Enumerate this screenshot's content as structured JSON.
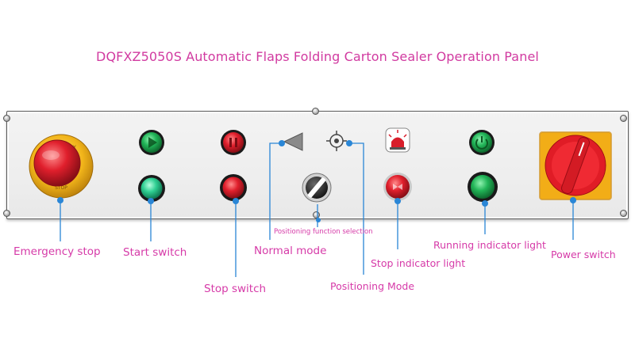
{
  "title": "DQFXZ5050S  Automatic Flaps Folding Carton Sealer Operation Panel",
  "labels": {
    "emergency_stop": "Emergency stop",
    "start_switch": "Start switch",
    "stop_switch": "Stop switch",
    "normal_mode": "Normal mode",
    "positioning_function_selection": "Positioning function selection",
    "positioning_mode": "Positioning Mode",
    "stop_indicator_light": "Stop indicator light",
    "running_indicator_light": "Running indicator light",
    "power_switch": "Power switch"
  },
  "colors": {
    "label": "#d63aa8",
    "title": "#d13aa0",
    "leader": "#2a86d6",
    "green": "#1d9b44",
    "red": "#d81e2b",
    "yellow": "#f2b51a"
  }
}
